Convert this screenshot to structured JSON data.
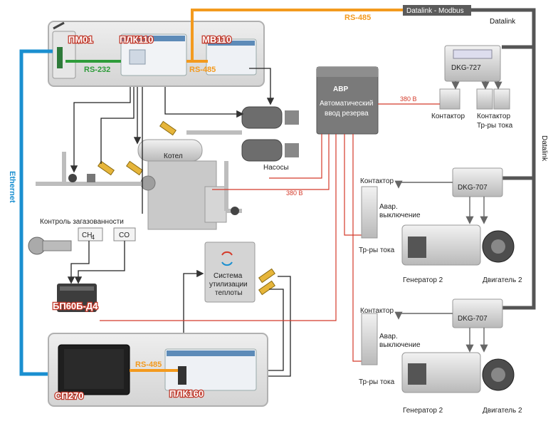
{
  "colors": {
    "ethernet": "#1a8fd0",
    "rs232": "#2e9c3a",
    "rs485": "#f39a1e",
    "datalink": "#555555",
    "power": "#d43a2a",
    "control": "#222222"
  },
  "devices": {
    "pm01": "ПМ01",
    "plc110": "ПЛК110",
    "mv110": "МВ110",
    "bp60b": "БП60Б-Д4",
    "sp270": "СП270",
    "plc160": "ПЛК160"
  },
  "buses": {
    "ethernet": "Ethernet",
    "rs232": "RS-232",
    "rs485_top": "RS-485",
    "rs485_right": "RS-485",
    "rs485_bottom": "RS-485",
    "datalink_modbus": "Datalink - Modbus",
    "datalink_top": "Datalink",
    "datalink_side": "Datalink"
  },
  "avr": {
    "title": "АВР",
    "line1": "Автоматический",
    "line2": "ввод резерва"
  },
  "voltages": {
    "v1": "380 В",
    "v2": "380 В"
  },
  "controllers": {
    "dkg727": "DKG-727",
    "dkg707a": "DKG-707",
    "dkg707b": "DKG-707"
  },
  "labels": {
    "contactor_top": "Контактор",
    "contactor_ct1": "Контактор",
    "contactor_ct2": "Тр-ры тока",
    "boiler": "Котел",
    "pumps": "Насосы",
    "gas_control": "Контроль загазованности",
    "ch4_a": "CH",
    "ch4_b": "4",
    "co": "CO",
    "heat_1": "Система",
    "heat_2": "утилизации",
    "heat_3": "теплоты",
    "g1_contactor": "Контактор",
    "g1_emerg1": "Авар.",
    "g1_emerg2": "выключение",
    "g1_ct": "Тр-ры тока",
    "g1_gen": "Генератор 2",
    "g1_eng": "Двигатель 2",
    "g2_contactor": "Контактор",
    "g2_emerg1": "Авар.",
    "g2_emerg2": "выключение",
    "g2_ct": "Тр-ры тока",
    "g2_gen": "Генератор 2",
    "g2_eng": "Двигатель 2"
  }
}
